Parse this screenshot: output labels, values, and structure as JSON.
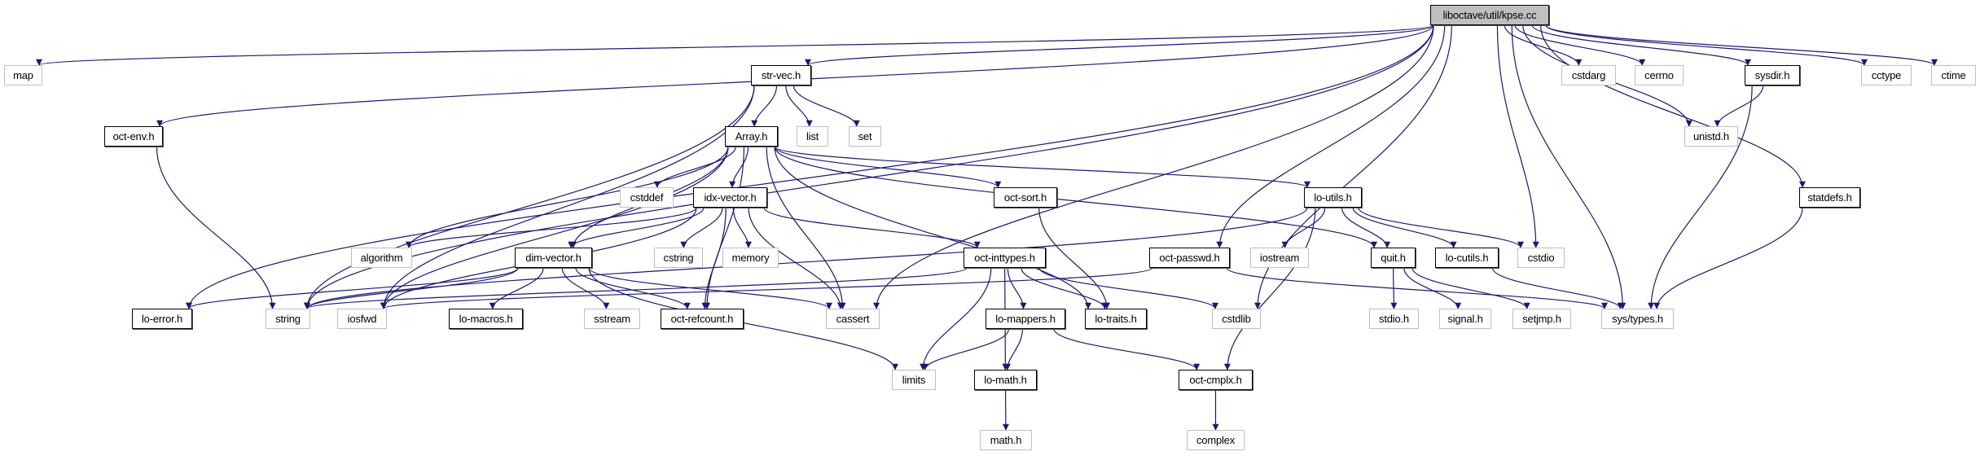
{
  "diagram": {
    "title": "liboctave/util/kpse.cc",
    "edge_color": "#191970",
    "node_styles": {
      "root": {
        "fill": "#bfbfbf",
        "border": "#000000"
      },
      "local": {
        "fill": "#ffffff",
        "border": "#000000"
      },
      "system": {
        "fill": "#ffffff",
        "border": "#bfbfbf"
      }
    },
    "nodes": [
      {
        "id": "kpse",
        "label": "liboctave/util/kpse.cc",
        "kind": "root"
      },
      {
        "id": "map",
        "label": "map",
        "kind": "system"
      },
      {
        "id": "strvec",
        "label": "str-vec.h",
        "kind": "local"
      },
      {
        "id": "cstdarg",
        "label": "cstdarg",
        "kind": "system"
      },
      {
        "id": "cerrno",
        "label": "cerrno",
        "kind": "system"
      },
      {
        "id": "sysdir",
        "label": "sysdir.h",
        "kind": "local"
      },
      {
        "id": "cctype",
        "label": "cctype",
        "kind": "system"
      },
      {
        "id": "ctime",
        "label": "ctime",
        "kind": "system"
      },
      {
        "id": "octenv",
        "label": "oct-env.h",
        "kind": "local"
      },
      {
        "id": "array",
        "label": "Array.h",
        "kind": "local"
      },
      {
        "id": "list",
        "label": "list",
        "kind": "system"
      },
      {
        "id": "set",
        "label": "set",
        "kind": "system"
      },
      {
        "id": "unistd",
        "label": "unistd.h",
        "kind": "system"
      },
      {
        "id": "cstddef",
        "label": "cstddef",
        "kind": "system"
      },
      {
        "id": "idxvector",
        "label": "idx-vector.h",
        "kind": "local"
      },
      {
        "id": "octsort",
        "label": "oct-sort.h",
        "kind": "local"
      },
      {
        "id": "loutils",
        "label": "lo-utils.h",
        "kind": "local"
      },
      {
        "id": "statdefs",
        "label": "statdefs.h",
        "kind": "local"
      },
      {
        "id": "algorithm",
        "label": "algorithm",
        "kind": "system"
      },
      {
        "id": "dimvector",
        "label": "dim-vector.h",
        "kind": "local"
      },
      {
        "id": "cstring",
        "label": "cstring",
        "kind": "system"
      },
      {
        "id": "memory",
        "label": "memory",
        "kind": "system"
      },
      {
        "id": "octinttypes",
        "label": "oct-inttypes.h",
        "kind": "local"
      },
      {
        "id": "octpasswd",
        "label": "oct-passwd.h",
        "kind": "local"
      },
      {
        "id": "iostream",
        "label": "iostream",
        "kind": "system"
      },
      {
        "id": "quit",
        "label": "quit.h",
        "kind": "local"
      },
      {
        "id": "locutils",
        "label": "lo-cutils.h",
        "kind": "local"
      },
      {
        "id": "cstdio",
        "label": "cstdio",
        "kind": "system"
      },
      {
        "id": "loerror",
        "label": "lo-error.h",
        "kind": "local"
      },
      {
        "id": "string",
        "label": "string",
        "kind": "system"
      },
      {
        "id": "iosfwd",
        "label": "iosfwd",
        "kind": "system"
      },
      {
        "id": "lomacros",
        "label": "lo-macros.h",
        "kind": "local"
      },
      {
        "id": "sstream",
        "label": "sstream",
        "kind": "system"
      },
      {
        "id": "octrefcount",
        "label": "oct-refcount.h",
        "kind": "local"
      },
      {
        "id": "cassert",
        "label": "cassert",
        "kind": "system"
      },
      {
        "id": "lomappers",
        "label": "lo-mappers.h",
        "kind": "local"
      },
      {
        "id": "lotraits",
        "label": "lo-traits.h",
        "kind": "local"
      },
      {
        "id": "cstdlib",
        "label": "cstdlib",
        "kind": "system"
      },
      {
        "id": "stdioh",
        "label": "stdio.h",
        "kind": "system"
      },
      {
        "id": "signal",
        "label": "signal.h",
        "kind": "system"
      },
      {
        "id": "setjmp",
        "label": "setjmp.h",
        "kind": "system"
      },
      {
        "id": "systypes",
        "label": "sys/types.h",
        "kind": "system"
      },
      {
        "id": "limits",
        "label": "limits",
        "kind": "system"
      },
      {
        "id": "lomath",
        "label": "lo-math.h",
        "kind": "local"
      },
      {
        "id": "octcmplx",
        "label": "oct-cmplx.h",
        "kind": "local"
      },
      {
        "id": "mathh",
        "label": "math.h",
        "kind": "system"
      },
      {
        "id": "complex",
        "label": "complex",
        "kind": "system"
      }
    ],
    "edges": [
      [
        "kpse",
        "map"
      ],
      [
        "kpse",
        "strvec"
      ],
      [
        "kpse",
        "cstdarg"
      ],
      [
        "kpse",
        "cerrno"
      ],
      [
        "kpse",
        "sysdir"
      ],
      [
        "kpse",
        "cctype"
      ],
      [
        "kpse",
        "ctime"
      ],
      [
        "kpse",
        "octenv"
      ],
      [
        "kpse",
        "loerror"
      ],
      [
        "kpse",
        "string"
      ],
      [
        "kpse",
        "cassert"
      ],
      [
        "kpse",
        "octpasswd"
      ],
      [
        "kpse",
        "cstdio"
      ],
      [
        "kpse",
        "cstdlib"
      ],
      [
        "kpse",
        "systypes"
      ],
      [
        "kpse",
        "unistd"
      ],
      [
        "kpse",
        "statdefs"
      ],
      [
        "strvec",
        "array"
      ],
      [
        "strvec",
        "list"
      ],
      [
        "strvec",
        "set"
      ],
      [
        "strvec",
        "string"
      ],
      [
        "strvec",
        "iosfwd"
      ],
      [
        "sysdir",
        "unistd"
      ],
      [
        "sysdir",
        "systypes"
      ],
      [
        "octenv",
        "string"
      ],
      [
        "array",
        "cstddef"
      ],
      [
        "array",
        "idxvector"
      ],
      [
        "array",
        "octsort"
      ],
      [
        "array",
        "loutils"
      ],
      [
        "array",
        "algorithm"
      ],
      [
        "array",
        "dimvector"
      ],
      [
        "array",
        "iosfwd"
      ],
      [
        "array",
        "cassert"
      ],
      [
        "array",
        "octrefcount"
      ],
      [
        "array",
        "lotraits"
      ],
      [
        "array",
        "quit"
      ],
      [
        "idxvector",
        "algorithm"
      ],
      [
        "idxvector",
        "dimvector"
      ],
      [
        "idxvector",
        "cstring"
      ],
      [
        "idxvector",
        "memory"
      ],
      [
        "idxvector",
        "octinttypes"
      ],
      [
        "idxvector",
        "iosfwd"
      ],
      [
        "idxvector",
        "octrefcount"
      ],
      [
        "idxvector",
        "cassert"
      ],
      [
        "octsort",
        "lotraits"
      ],
      [
        "loutils",
        "string"
      ],
      [
        "loutils",
        "iostream"
      ],
      [
        "loutils",
        "quit"
      ],
      [
        "loutils",
        "locutils"
      ],
      [
        "loutils",
        "cstdio"
      ],
      [
        "loutils",
        "octcmplx"
      ],
      [
        "statdefs",
        "systypes"
      ],
      [
        "dimvector",
        "loerror"
      ],
      [
        "dimvector",
        "string"
      ],
      [
        "dimvector",
        "lomacros"
      ],
      [
        "dimvector",
        "sstream"
      ],
      [
        "dimvector",
        "octrefcount"
      ],
      [
        "dimvector",
        "cassert"
      ],
      [
        "dimvector",
        "limits"
      ],
      [
        "octinttypes",
        "string"
      ],
      [
        "octinttypes",
        "lomappers"
      ],
      [
        "octinttypes",
        "lotraits"
      ],
      [
        "octinttypes",
        "cstdlib"
      ],
      [
        "octinttypes",
        "limits"
      ],
      [
        "octinttypes",
        "lomath"
      ],
      [
        "octpasswd",
        "iosfwd"
      ],
      [
        "octpasswd",
        "systypes"
      ],
      [
        "quit",
        "stdioh"
      ],
      [
        "quit",
        "signal"
      ],
      [
        "quit",
        "setjmp"
      ],
      [
        "locutils",
        "systypes"
      ],
      [
        "lomappers",
        "limits"
      ],
      [
        "lomappers",
        "lomath"
      ],
      [
        "lomappers",
        "octcmplx"
      ],
      [
        "lomath",
        "mathh"
      ],
      [
        "octcmplx",
        "complex"
      ]
    ]
  }
}
